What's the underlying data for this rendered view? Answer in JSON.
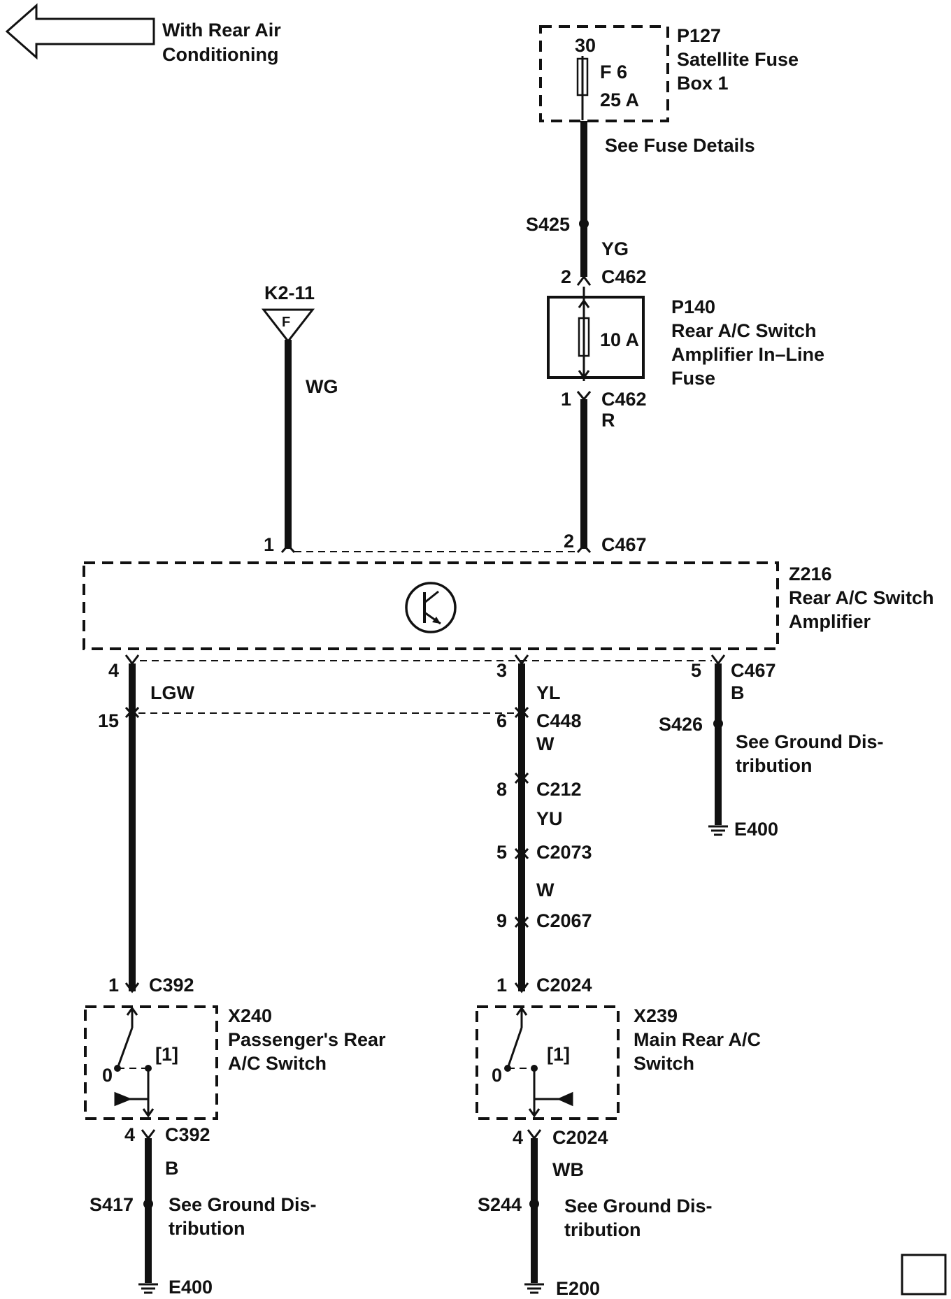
{
  "nav": {
    "arrow_label_line1": "With Rear Air",
    "arrow_label_line2": "Conditioning"
  },
  "p127": {
    "id": "P127",
    "line2": "Satellite Fuse",
    "line3": "Box 1",
    "terminal": "30",
    "fuse": "F 6",
    "rating": "25 A",
    "note": "See Fuse Details"
  },
  "top_wire": {
    "splice": "S425",
    "color": "YG",
    "pin_in": "2",
    "connector_in": "C462"
  },
  "p140": {
    "id": "P140",
    "line2": "Rear A/C Switch",
    "line3": "Amplifier In–Line",
    "line4": "Fuse",
    "rating": "10 A",
    "pin_out": "1",
    "connector_out": "C462",
    "color_out": "R"
  },
  "k2": {
    "ref": "K2-11",
    "symbol": "F",
    "color": "WG"
  },
  "c467_top": {
    "pin1": "1",
    "pin2": "2",
    "connector": "C467"
  },
  "z216": {
    "id": "Z216",
    "line2": "Rear A/C Switch",
    "line3": "Amplifier"
  },
  "left_branch": {
    "pin_top": "4",
    "color": "LGW",
    "pin_c448": "15",
    "c392_pin1": "1",
    "c392_top": "C392",
    "c392_pin4": "4",
    "c392_bottom": "C392",
    "color_bottom": "B",
    "splice": "S417",
    "ground_note_1": "See Ground Dis-",
    "ground_note_2": "tribution",
    "ground": "E400"
  },
  "mid_branch": {
    "pin_top": "3",
    "color_top": "YL",
    "pin_c448": "6",
    "c448": "C448",
    "color_c448": "W",
    "pin_c212": "8",
    "c212": "C212",
    "color_c212": "YU",
    "pin_c2073": "5",
    "c2073": "C2073",
    "color_c2073": "W",
    "pin_c2067": "9",
    "c2067": "C2067",
    "c2024_pin1": "1",
    "c2024_top": "C2024",
    "c2024_pin4": "4",
    "c2024_bottom": "C2024",
    "color_bottom": "WB",
    "splice": "S244",
    "ground_note_1": "See Ground Dis-",
    "ground_note_2": "tribution",
    "ground": "E200"
  },
  "right_branch": {
    "pin": "5",
    "connector": "C467",
    "color": "B",
    "splice": "S426",
    "ground_note_1": "See Ground Dis-",
    "ground_note_2": "tribution",
    "ground": "E400"
  },
  "x240": {
    "id": "X240",
    "line2": "Passenger's Rear",
    "line3": "A/C Switch",
    "pos0": "0",
    "pos1": "[1]"
  },
  "x239": {
    "id": "X239",
    "line2": "Main Rear A/C",
    "line3": "Switch",
    "pos0": "0",
    "pos1": "[1]"
  }
}
